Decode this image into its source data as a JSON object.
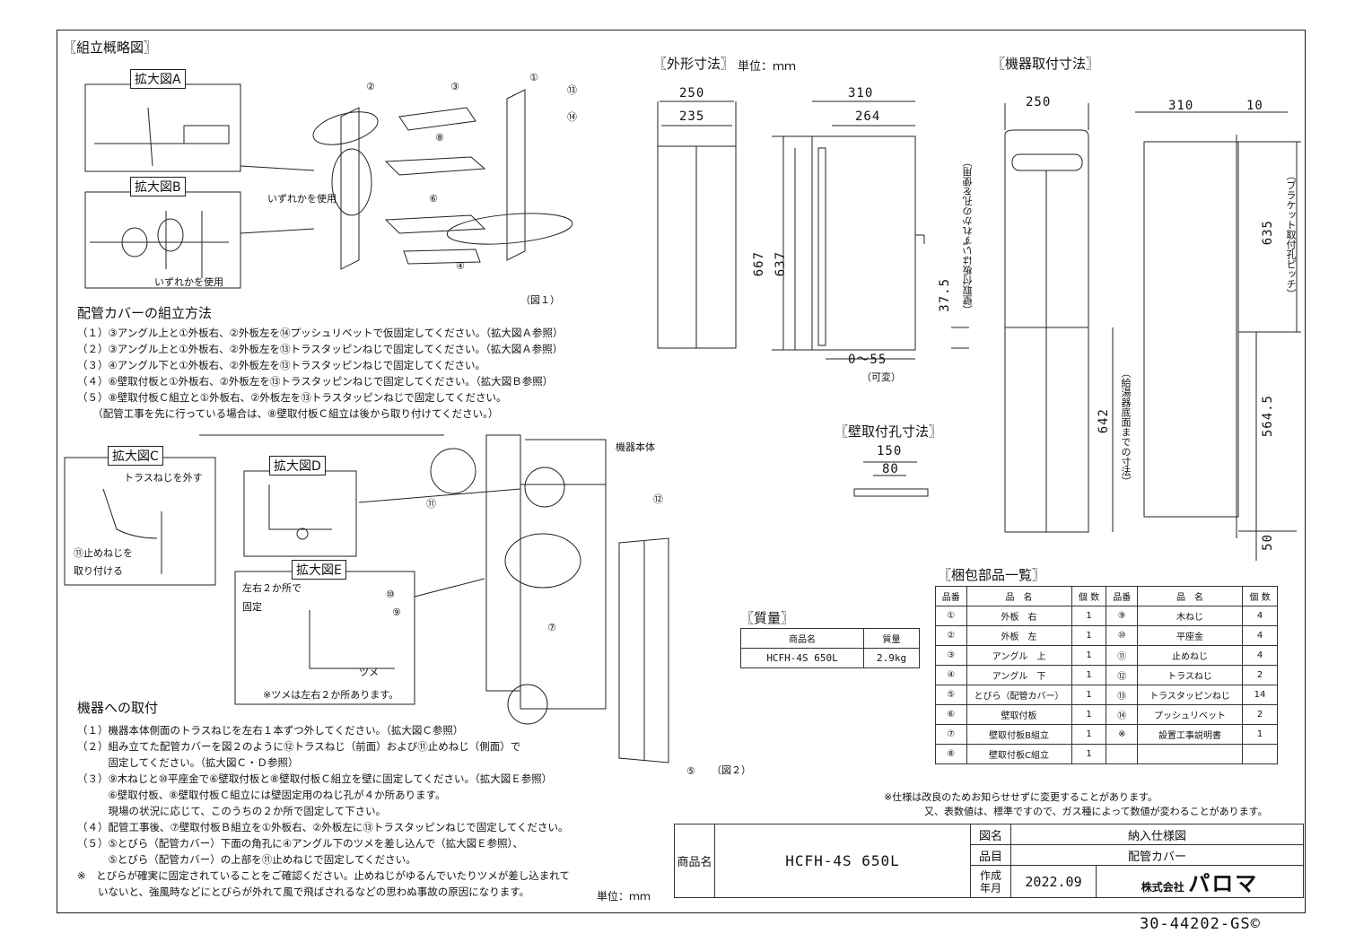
{
  "sections": {
    "assembly": "〖組立概略図〗",
    "outer_dims": "〖外形寸法〗",
    "unit": "単位：ｍｍ",
    "mounting_dims": "〖機器取付寸法〗",
    "wall_holes": "〖壁取付孔寸法〗",
    "mass": "〖質量〗",
    "parts_list": "〖梱包部品一覧〗"
  },
  "callouts": {
    "zoom_a": "拡大図A",
    "zoom_b": "拡大図B",
    "zoom_c": "拡大図C",
    "zoom_d": "拡大図D",
    "zoom_e": "拡大図E",
    "either_use": "いずれかを使用",
    "either_use_b": "いずれかを使用",
    "fig1": "（図１）",
    "fig2": "（図２）",
    "unit_body": "機器本体",
    "remove_truss_screw": "トラスねじを外す",
    "attach_stop_screw_1": "⑪止めねじを",
    "attach_stop_screw_2": "取り付ける",
    "left_right_2_1": "左右２か所で",
    "left_right_2_2": "固定",
    "tsume": "ツメ",
    "tsume_note": "※ツメは左右２か所あります。"
  },
  "part_numbers": [
    "①",
    "②",
    "③",
    "④",
    "⑤",
    "⑥",
    "⑦",
    "⑧",
    "⑨",
    "⑩",
    "⑪",
    "⑫",
    "⑬",
    "⑭"
  ],
  "assembly_method": {
    "title": "配管カバーの組立方法",
    "steps": [
      "（１）③アングル上と①外板右、②外板左を⑭プッシュリベットで仮固定してください。（拡大図Ａ参照）",
      "（２）③アングル上と①外板右、②外板左を⑬トラスタッピンねじで固定してください。（拡大図Ａ参照）",
      "（３）④アングル下と①外板右、②外板左を⑬トラスタッピンねじで固定してください。",
      "（４）⑥壁取付板と①外板右、②外板左を⑬トラスタッピンねじで固定してください。（拡大図Ｂ参照）",
      "（５）⑧壁取付板Ｃ組立と①外板右、②外板左を⑬トラスタッピンねじで固定してください。",
      "　　（配管工事を先に行っている場合は、⑧壁取付板Ｃ組立は後から取り付けてください。）"
    ]
  },
  "install_method": {
    "title": "機器への取付",
    "steps": [
      "（１）機器本体側面のトラスねじを左右１本ずつ外してください。（拡大図Ｃ参照）",
      "（２）組み立てた配管カバーを図２のように⑫トラスねじ（前面）および⑪止めねじ（側面）で",
      "　　　固定してください。（拡大図Ｃ・Ｄ参照）",
      "（３）⑨木ねじと⑩平座金で⑥壁取付板と⑧壁取付板Ｃ組立を壁に固定してください。（拡大図Ｅ参照）",
      "　　　⑥壁取付板、⑧壁取付板Ｃ組立には壁固定用のねじ孔が４か所あります。",
      "　　　現場の状況に応じて、このうちの２か所で固定して下さい。",
      "（４）配管工事後、⑦壁取付板Ｂ組立を①外板右、②外板左に⑬トラスタッピンねじで固定してください。",
      "（５）⑤とびら（配管カバー）下面の角孔に④アングル下のツメを差し込んで（拡大図Ｅ参照）、",
      "　　　⑤とびら（配管カバー）の上部を⑪止めねじで固定してください。",
      "※　とびらが確実に固定されていることをご確認ください。止めねじがゆるんでいたりツメが差し込まれて",
      "　　いないと、強風時などにとびらが外れて風で飛ばされるなどの思わぬ事故の原因になります。"
    ],
    "unit": "単位：ｍｍ"
  },
  "dimensions": {
    "front_w1": "250",
    "front_w2": "235",
    "side_w1": "310",
    "side_w2": "264",
    "h1": "667",
    "h2": "637",
    "d375": "37.5",
    "d375_note": "（壁取付板はいずれかの孔を使用）",
    "range": "0～55",
    "variable": "（可変）",
    "hole_w1": "150",
    "hole_w2": "80",
    "mount_w1": "250",
    "mount_w2": "310",
    "mount_w3": "10",
    "mount_635": "635",
    "mount_635_note": "（ブラケット取付孔ピッチ）",
    "mount_5645": "564.5",
    "mount_642": "642",
    "mount_642_note": "（給湯器底面までの寸法）",
    "mount_50": "50"
  },
  "mass_table": {
    "headers": [
      "商品名",
      "質量"
    ],
    "row": [
      "HCFH-4S 650L",
      "2.9kg"
    ]
  },
  "parts_table": {
    "headers": [
      "品番",
      "品　名",
      "個 数",
      "品番",
      "品　名",
      "個 数"
    ],
    "rows": [
      [
        "①",
        "外板　右",
        "1",
        "⑨",
        "木ねじ",
        "4"
      ],
      [
        "②",
        "外板　左",
        "1",
        "⑩",
        "平座金",
        "4"
      ],
      [
        "③",
        "アングル　上",
        "1",
        "⑪",
        "止めねじ",
        "4"
      ],
      [
        "④",
        "アングル　下",
        "1",
        "⑫",
        "トラスねじ",
        "2"
      ],
      [
        "⑤",
        "とびら（配管カバー）",
        "1",
        "⑬",
        "トラスタッピンねじ",
        "14"
      ],
      [
        "⑥",
        "壁取付板",
        "1",
        "⑭",
        "プッシュリベット",
        "2"
      ],
      [
        "⑦",
        "壁取付板B組立",
        "1",
        "※",
        "設置工事説明書",
        "1"
      ],
      [
        "⑧",
        "壁取付板C組立",
        "1",
        "",
        "",
        ""
      ]
    ]
  },
  "spec_notes": [
    "※仕様は改良のためお知らせせずに変更することがあります。",
    "又、表数値は、標準ですので、ガス種によって数値が変わることがあります。"
  ],
  "title_block": {
    "product_label": "商品名",
    "product": "HCFH-4S 650L",
    "fig_name_label": "図名",
    "fig_name": "納入仕様図",
    "item_label": "品目",
    "item": "配管カバー",
    "date_label": "作成\n年月",
    "date": "2022.09",
    "company": "株式会社",
    "brand": "パロマ"
  },
  "doc_number": "30-44202-GS©"
}
